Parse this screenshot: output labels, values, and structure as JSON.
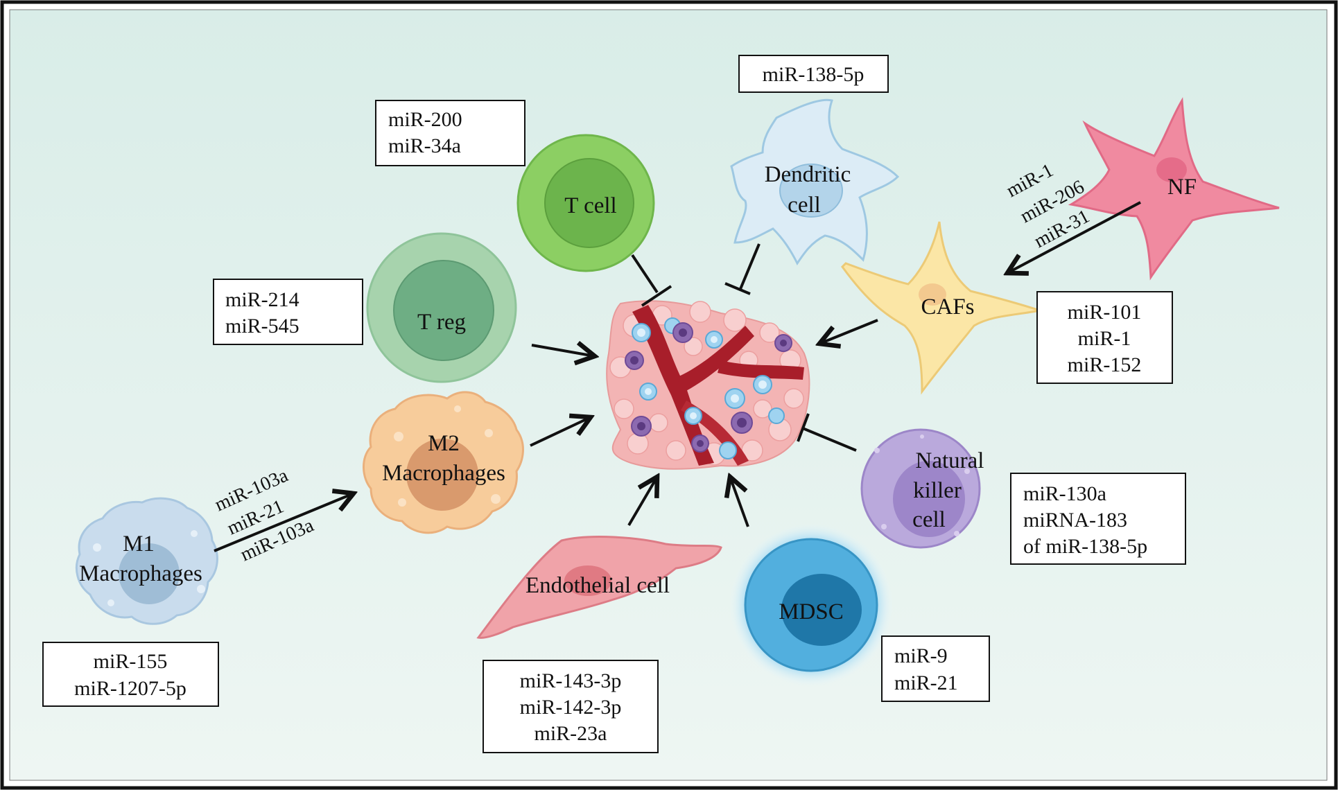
{
  "cells": {
    "t_cell": "T cell",
    "t_reg": "T reg",
    "dendritic": [
      "Dendritic",
      "cell"
    ],
    "nf": "NF",
    "cafs": "CAFs",
    "m2": [
      "M2",
      "Macrophages"
    ],
    "m1": [
      "M1",
      "Macrophages"
    ],
    "endothelial": "Endothelial  cell",
    "mdsc": "MDSC",
    "nk": [
      "Natural",
      "killer",
      "cell"
    ]
  },
  "mirna_boxes": {
    "t_cell": [
      "miR-200",
      "miR-34a"
    ],
    "dendritic": [
      "miR-138-5p"
    ],
    "t_reg": [
      "miR-214",
      "miR-545"
    ],
    "cafs": [
      "miR-101",
      "miR-1",
      "miR-152"
    ],
    "nk": [
      "miR-130a",
      "miRNA-183",
      "of miR-138-5p"
    ],
    "m1": [
      "miR-155",
      "miR-1207-5p"
    ],
    "endothelial": [
      "miR-143-3p",
      "miR-142-3p",
      "miR-23a"
    ],
    "mdsc": [
      "miR-9",
      "miR-21"
    ]
  },
  "arrow_labels": {
    "nf_to_cafs": [
      "miR-1",
      "miR-206",
      "miR-31"
    ],
    "m1_to_m2": [
      "miR-103a",
      "miR-21",
      "miR-103a"
    ]
  },
  "relations": [
    {
      "from": "T cell",
      "to": "tumor",
      "type": "inhibit"
    },
    {
      "from": "Dendritic cell",
      "to": "tumor",
      "type": "inhibit"
    },
    {
      "from": "Natural killer cell",
      "to": "tumor",
      "type": "inhibit"
    },
    {
      "from": "T reg",
      "to": "tumor",
      "type": "promote"
    },
    {
      "from": "M2 Macrophages",
      "to": "tumor",
      "type": "promote"
    },
    {
      "from": "CAFs",
      "to": "tumor",
      "type": "promote"
    },
    {
      "from": "Endothelial cell",
      "to": "tumor",
      "type": "promote"
    },
    {
      "from": "MDSC",
      "to": "tumor",
      "type": "promote"
    },
    {
      "from": "NF",
      "to": "CAFs",
      "type": "promote"
    },
    {
      "from": "M1 Macrophages",
      "to": "M2 Macrophages",
      "type": "promote"
    }
  ],
  "colors": {
    "background": "#e6f2ef",
    "t_cell": "#8ccf63",
    "t_reg": "#8fc49a",
    "dendritic": "#d4e8f4",
    "nf": "#f08aa0",
    "cafs": "#fbe6a6",
    "m2": "#f7cc9b",
    "m1": "#c9dced",
    "endothelial": "#f0a3a9",
    "mdsc": "#52afde",
    "nk": "#baa9dc",
    "tumor_vessel": "#a81e2a"
  }
}
